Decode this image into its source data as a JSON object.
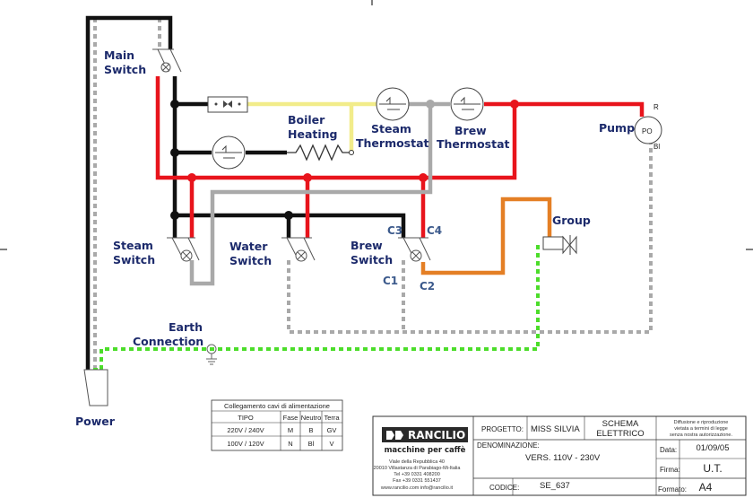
{
  "labels": {
    "main_switch_1": "Main",
    "main_switch_2": "Switch",
    "boiler_1": "Boiler",
    "boiler_2": "Heating",
    "steam_thermo_1": "Steam",
    "steam_thermo_2": "Thermostat",
    "brew_thermo_1": "Brew",
    "brew_thermo_2": "Thermostat",
    "pump": "Pump",
    "pump_po": "PO",
    "pump_r": "R",
    "pump_bl": "Bl",
    "steam_switch_1": "Steam",
    "steam_switch_2": "Switch",
    "water_switch_1": "Water",
    "water_switch_2": "Switch",
    "brew_switch_1": "Brew",
    "brew_switch_2": "Switch",
    "group": "Group",
    "c1": "C1",
    "c2": "C2",
    "c3": "C3",
    "c4": "C4",
    "earth_1": "Earth",
    "earth_2": "Connection",
    "power": "Power"
  },
  "cable_table": {
    "title": "Collegamento cavi di alimentazione",
    "headers": [
      "TIPO",
      "Fase",
      "Neutro",
      "Terra"
    ],
    "rows": [
      [
        "220V / 240V",
        "M",
        "B",
        "GV"
      ],
      [
        "100V / 120V",
        "N",
        "Bl",
        "V"
      ]
    ]
  },
  "title_block": {
    "brand": "RANCILIO",
    "tagline": "macchine per caffè",
    "address_1": "Viale della Repubblica 40",
    "address_2": "20010 Villastanza di Parabiago-Mi-Italia",
    "phone": "Tel +39 0331 408200",
    "fax": "Fax +39 0331 551437",
    "web": "www.rancilio.com    info@rancilio.it",
    "progetto_label": "PROGETTO:",
    "progetto_value": "MISS SILVIA",
    "schema_1": "SCHEMA",
    "schema_2": "ELETTRICO",
    "notice_1": "Diffusione e riproduzione",
    "notice_2": "vietata a termini di legge",
    "notice_3": "senza nostra autorizzazione.",
    "denominazione_label": "DENOMINAZIONE:",
    "denominazione_value": "VERS.    110V - 230V",
    "data_label": "Data:",
    "data_value": "01/09/05",
    "firma_label": "Firma:",
    "firma_value": "U.T.",
    "codice_label": "CODICE:",
    "codice_value": "SE_637",
    "formato_label": "Formato:",
    "formato_value": "A4"
  },
  "colors": {
    "red": "#e8141c",
    "black": "#111111",
    "grey": "#a9a9a9",
    "yellow": "#f2ec8a",
    "orange": "#e47f25",
    "green": "#4cdd2a",
    "label": "#1c2a6b",
    "terminal_label": "#3c5a8c"
  }
}
